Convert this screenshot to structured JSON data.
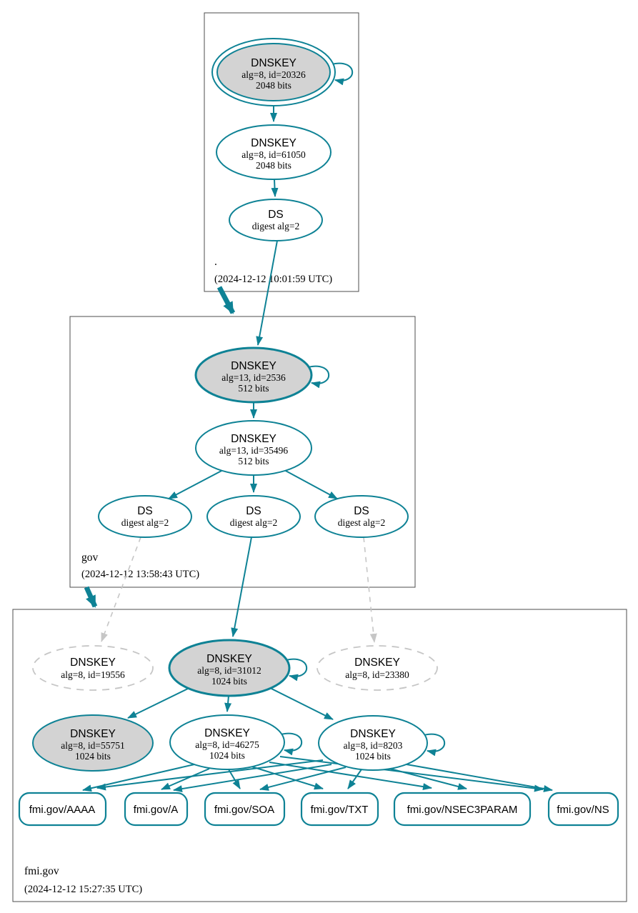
{
  "zones": [
    {
      "name": ".",
      "timestamp": "(2024-12-12 10:01:59 UTC)"
    },
    {
      "name": "gov",
      "timestamp": "(2024-12-12 13:58:43 UTC)"
    },
    {
      "name": "fmi.gov",
      "timestamp": "(2024-12-12 15:27:35 UTC)"
    }
  ],
  "nodes": {
    "k20326": {
      "title": "DNSKEY",
      "line1": "alg=8, id=20326",
      "line2": "2048 bits"
    },
    "k61050": {
      "title": "DNSKEY",
      "line1": "alg=8, id=61050",
      "line2": "2048 bits"
    },
    "ds_root": {
      "title": "DS",
      "line1": "digest alg=2"
    },
    "k2536": {
      "title": "DNSKEY",
      "line1": "alg=13, id=2536",
      "line2": "512 bits"
    },
    "k35496": {
      "title": "DNSKEY",
      "line1": "alg=13, id=35496",
      "line2": "512 bits"
    },
    "ds_gov_1": {
      "title": "DS",
      "line1": "digest alg=2"
    },
    "ds_gov_2": {
      "title": "DS",
      "line1": "digest alg=2"
    },
    "ds_gov_3": {
      "title": "DS",
      "line1": "digest alg=2"
    },
    "k19556": {
      "title": "DNSKEY",
      "line1": "alg=8, id=19556"
    },
    "k31012": {
      "title": "DNSKEY",
      "line1": "alg=8, id=31012",
      "line2": "1024 bits"
    },
    "k23380": {
      "title": "DNSKEY",
      "line1": "alg=8, id=23380"
    },
    "k55751": {
      "title": "DNSKEY",
      "line1": "alg=8, id=55751",
      "line2": "1024 bits"
    },
    "k46275": {
      "title": "DNSKEY",
      "line1": "alg=8, id=46275",
      "line2": "1024 bits"
    },
    "k8203": {
      "title": "DNSKEY",
      "line1": "alg=8, id=8203",
      "line2": "1024 bits"
    }
  },
  "rrsets": [
    {
      "label": "fmi.gov/AAAA"
    },
    {
      "label": "fmi.gov/A"
    },
    {
      "label": "fmi.gov/SOA"
    },
    {
      "label": "fmi.gov/TXT"
    },
    {
      "label": "fmi.gov/NSEC3PARAM"
    },
    {
      "label": "fmi.gov/NS"
    }
  ],
  "colors": {
    "secure_teal": "#0e8295",
    "insecure_gray": "#c6c6c6",
    "key_fill_gray": "#d3d3d3",
    "zone_border": "#4d4d4d"
  }
}
